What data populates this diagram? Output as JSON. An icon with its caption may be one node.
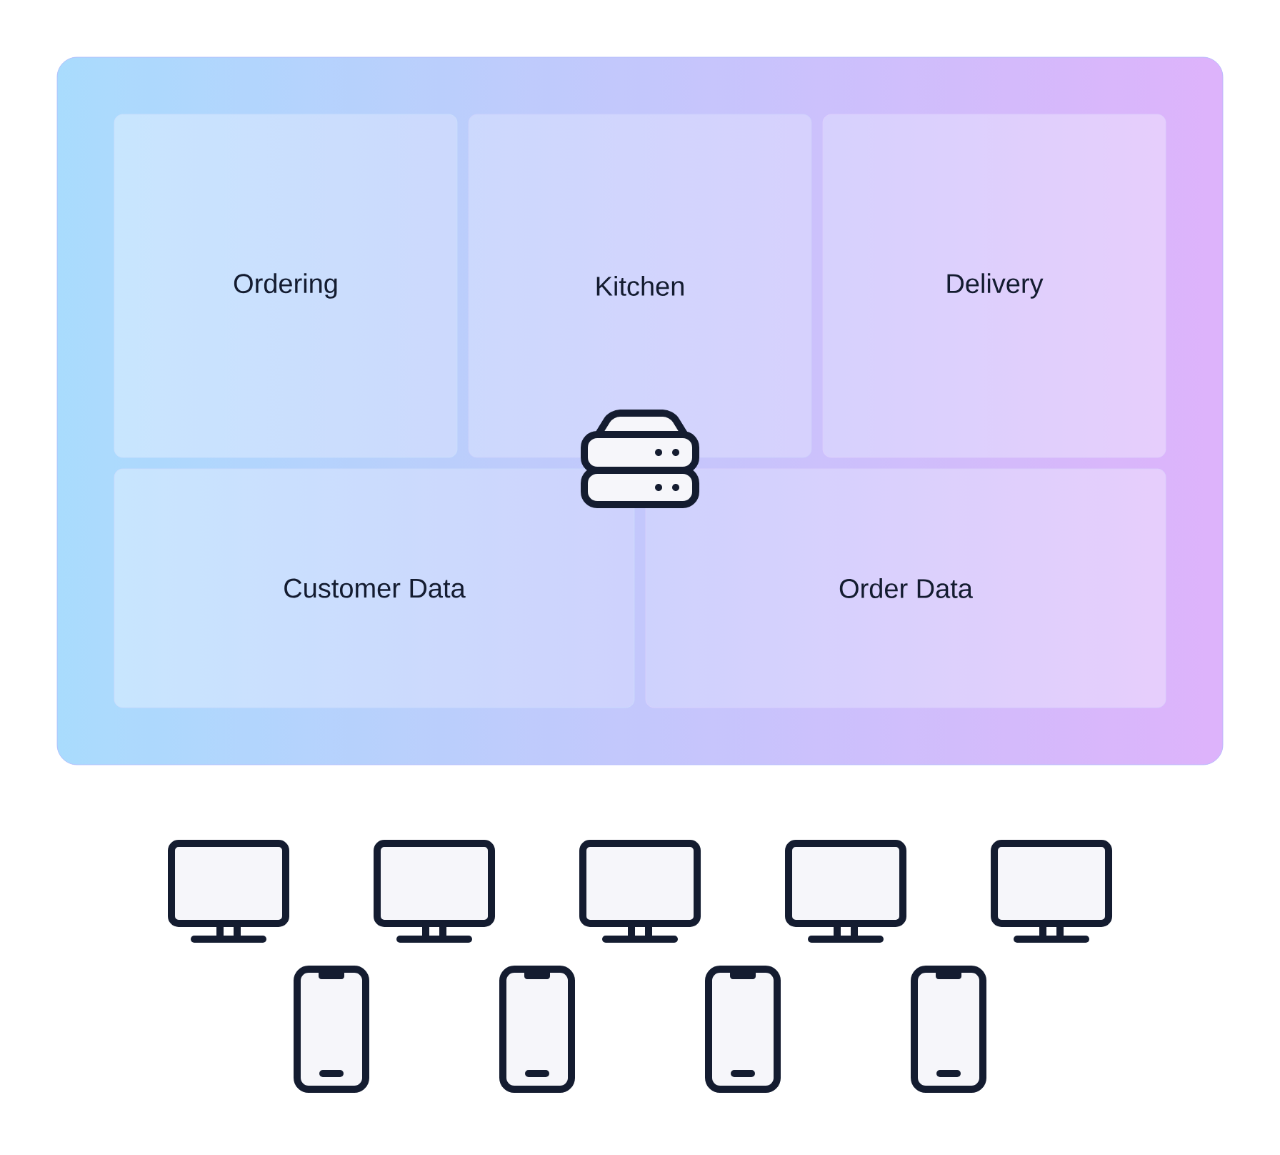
{
  "diagram": {
    "nodes": [
      {
        "text": [],
        "shape": "box"
      },
      {
        "text": [
          "Ordering"
        ],
        "in": 0
      },
      {
        "text": [
          "Kitchen"
        ],
        "in": 0
      },
      {
        "text": [
          "Delivery"
        ],
        "in": 0
      },
      {
        "text": [
          "Customer Data"
        ],
        "in": 0
      },
      {
        "text": [
          "Order Data"
        ],
        "in": 0
      }
    ]
  }
}
